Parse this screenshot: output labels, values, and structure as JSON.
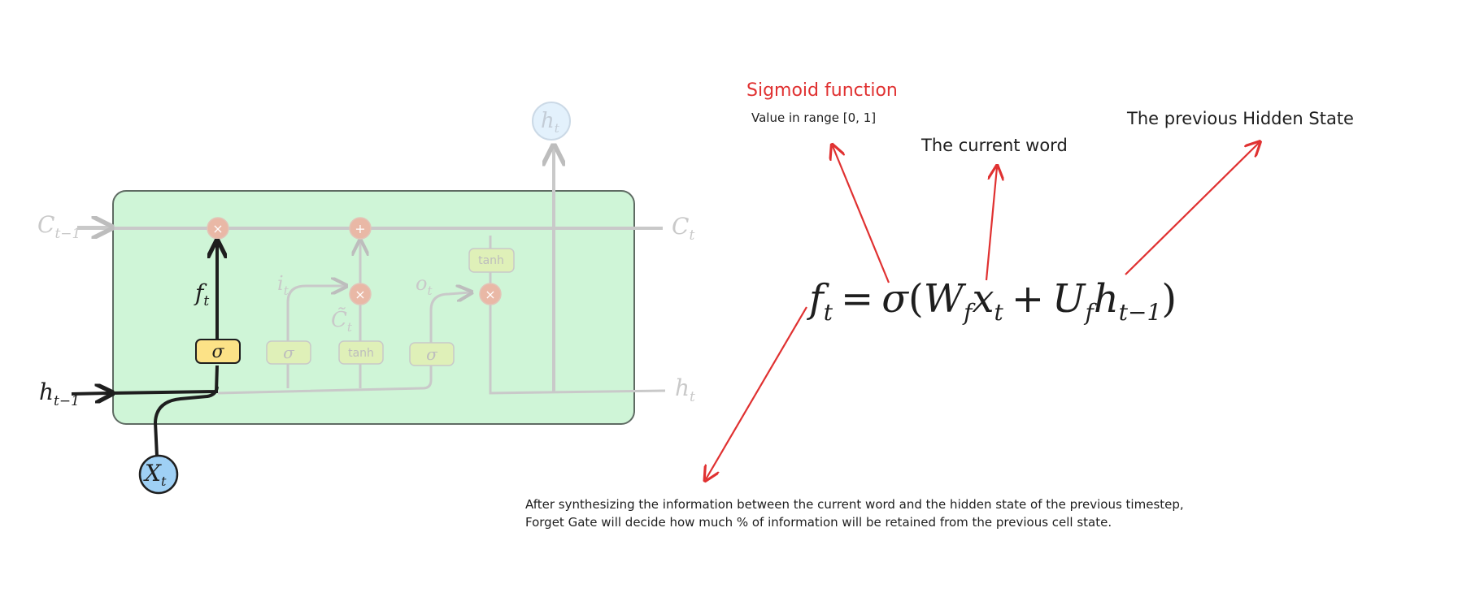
{
  "colors": {
    "cell_fill": "#cff5d7",
    "cell_stroke": "#5f6b63",
    "faded": "#c9c9c9",
    "faded_dark": "#bdbdbd",
    "sigma_box": "#fce287",
    "x_node": "#9fd0f5",
    "h_node": "#e3f1fc",
    "mult_node": "#e9b8a6",
    "gate_box_faded": "#dff0b8",
    "annotation_red": "#e03131",
    "ink": "#1e1e1e"
  },
  "lstm": {
    "cell_state_in": {
      "base": "C",
      "sub": "t−1"
    },
    "cell_state_out": {
      "base": "C",
      "sub": "t"
    },
    "hidden_in": {
      "base": "h",
      "sub": "t−1"
    },
    "hidden_out_right": {
      "base": "h",
      "sub": "t"
    },
    "hidden_out_top": {
      "base": "h",
      "sub": "t"
    },
    "input_node": {
      "base": "X",
      "sub": "t"
    },
    "forget_gate_output": {
      "base": "f",
      "sub": "t"
    },
    "input_gate_label": {
      "base": "i",
      "sub": "t"
    },
    "candidate_label": {
      "base": "C̃",
      "sub": "t"
    },
    "output_gate_label": {
      "base": "o",
      "sub": "t"
    },
    "forget_gate_symbol": "σ",
    "input_gate_symbol": "σ",
    "output_gate_symbol": "σ",
    "candidate_activation": "tanh",
    "output_activation": "tanh",
    "multiply_symbol": "×",
    "add_symbol": "+"
  },
  "equation": {
    "lhs_base": "f",
    "lhs_sub": "t",
    "equals": "=",
    "sigma": "σ",
    "open_paren": "(",
    "w_base": "W",
    "w_sub": "f",
    "x_base": "x",
    "x_sub": "t",
    "plus": "+",
    "u_base": "U",
    "u_sub": "f",
    "h_base": "h",
    "h_sub": "t−1",
    "close_paren": ")"
  },
  "annotations": {
    "sigmoid_title": "Sigmoid function",
    "sigmoid_range": "Value in range [0, 1]",
    "current_word": "The current word",
    "previous_hidden": "The previous Hidden State",
    "explanation_line1": "After synthesizing the information between the current word and the hidden state of the previous timestep,",
    "explanation_line2": "Forget Gate will decide how much % of information will be retained from the previous cell state."
  }
}
